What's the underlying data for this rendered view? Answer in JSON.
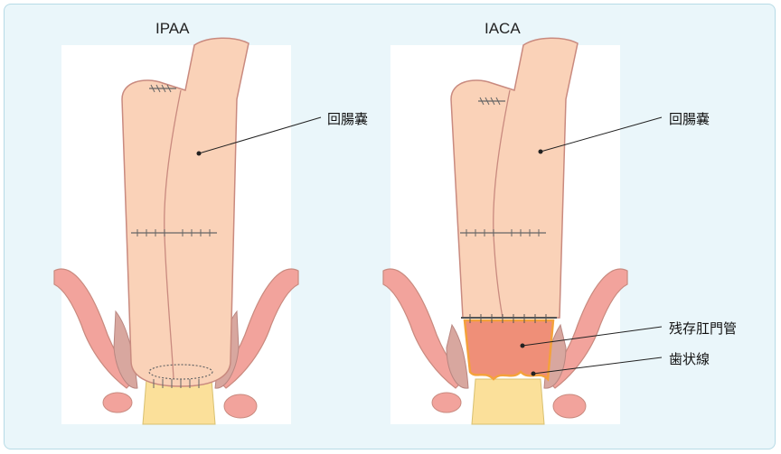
{
  "panels": [
    {
      "title": "IPAA",
      "labels": [
        "回腸嚢"
      ]
    },
    {
      "title": "IACA",
      "labels": [
        "回腸嚢",
        "残存肛門管",
        "歯状線"
      ]
    }
  ],
  "colors": {
    "frame_bg": "#eaf6fa",
    "pouch": "#fad2b8",
    "pouch_outline": "#c98a7f",
    "muscle": "#f2a39c",
    "sphincter_inner": "#d8a79f",
    "anal_canal": "#fbe09a",
    "residual_canal": "#ef8f78",
    "highlight": "#f4a13c",
    "suture": "#666666"
  }
}
